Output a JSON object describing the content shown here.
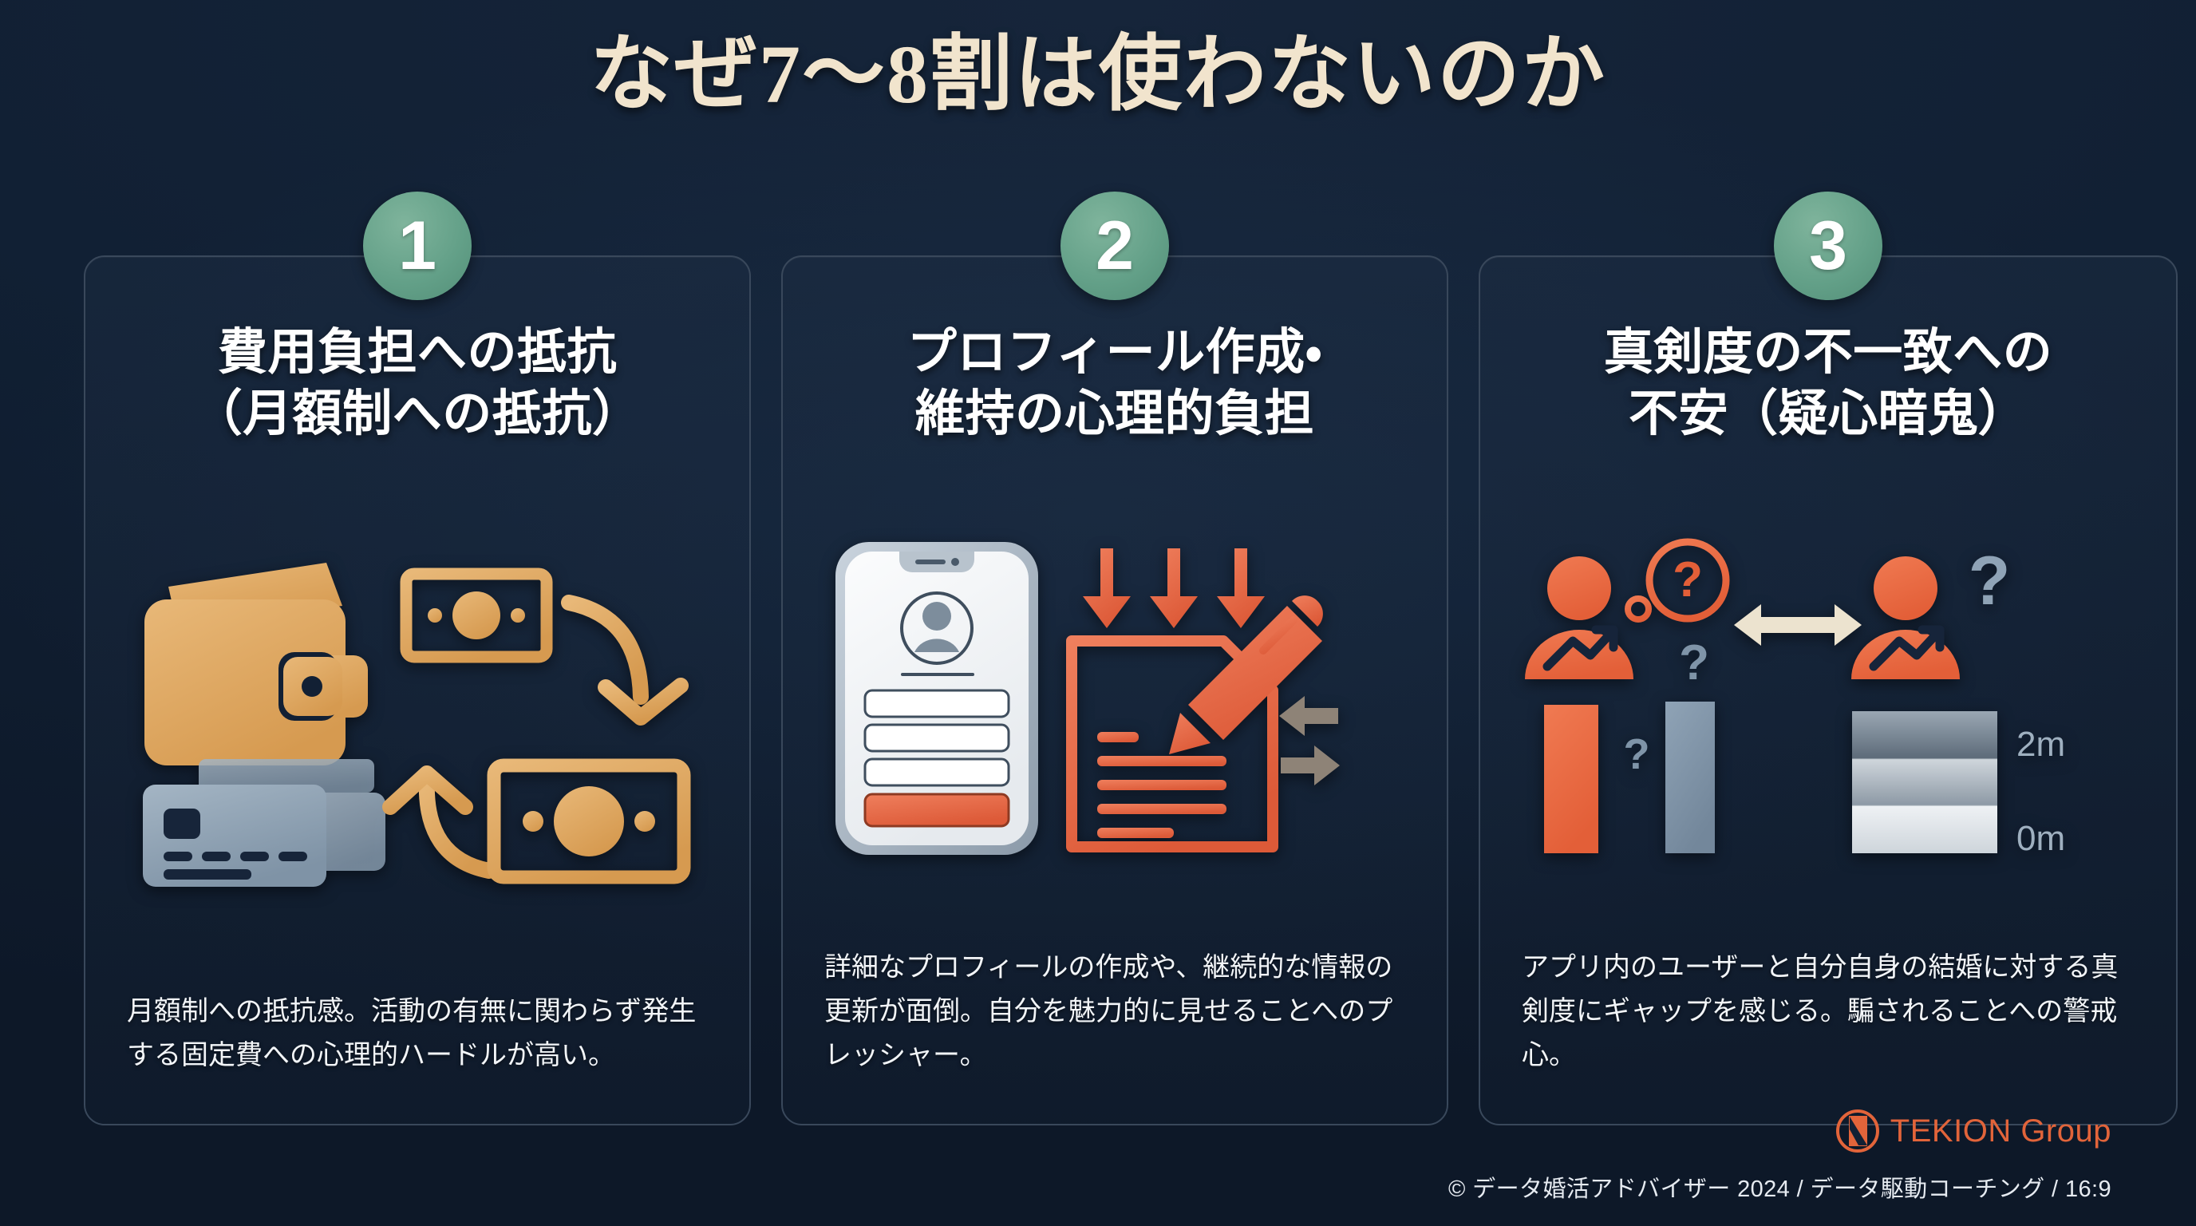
{
  "slide": {
    "title": "なぜ7〜8割は使わないのか",
    "background_color": "#112034",
    "title_color": "#f1e4cd",
    "accent_green": "#63a088",
    "accent_orange": "#e2643a",
    "accent_gold": "#e0a961",
    "accent_slate": "#8fa2b4"
  },
  "cards": [
    {
      "number": "1",
      "heading": "費用負担への抵抗\n（月額制への抵抗）",
      "body": "月額制への抵抗感。活動の有無に関わらず発生する固定費への心理的ハードルが高い。",
      "illustration": "wallet-creditcard-money-cycle-icon"
    },
    {
      "number": "2",
      "heading": "プロフィール作成・\n維持の心理的負担",
      "body": "詳細なプロフィールの作成や、継続的な情報の更新が面倒。自分を魅力的に見せることへのプレッシャー。",
      "illustration": "smartphone-profile-form-document-pen-icon"
    },
    {
      "number": "3",
      "heading": "真剣度の不一致への\n不安（疑心暗鬼）",
      "body": "アプリ内のユーザーと自分自身の結婚に対する真剣度にギャップを感じる。騙されることへの警戒心。",
      "illustration": "two-people-question-gap-bars-icon",
      "scale_labels": {
        "top": "2m",
        "bottom": "0m"
      }
    }
  ],
  "footer": {
    "brand_name": "TEKION Group",
    "brand_mark": "tekion-n-logo-icon",
    "copyright": "© データ婚活アドバイザー 2024 / データ駆動コーチング / 16:9"
  }
}
